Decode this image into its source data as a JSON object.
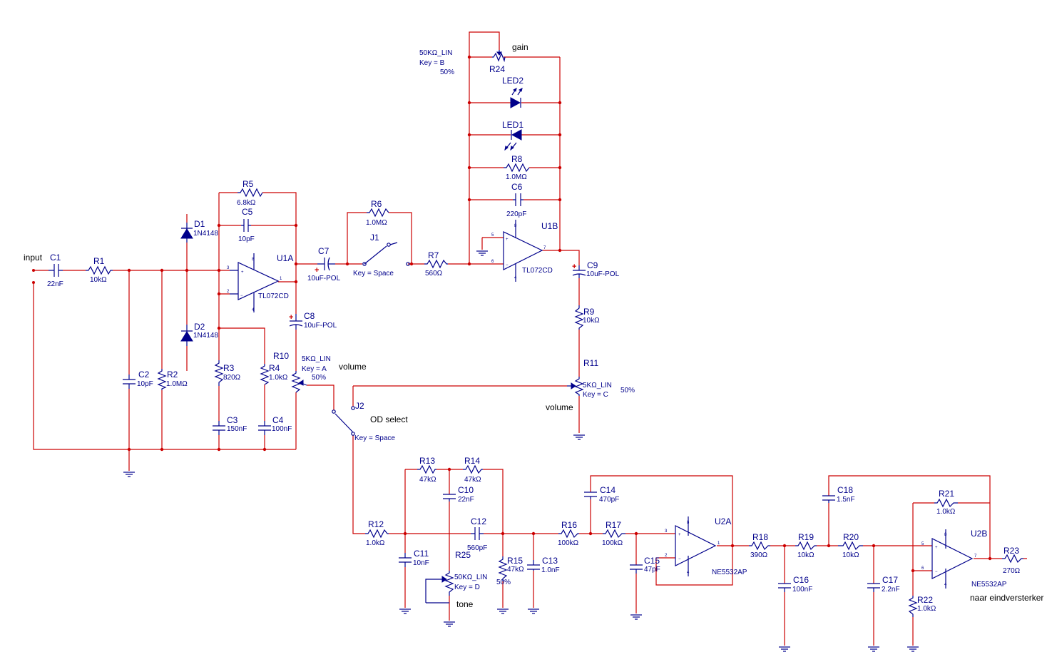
{
  "texts": {
    "input": "input",
    "volume1": "volume",
    "volume2": "volume",
    "gain": "gain",
    "od_select": "OD select",
    "tone": "tone",
    "naar": "naar eindversterker",
    "plus": "+"
  },
  "parts": {
    "C1": {
      "ref": "C1",
      "val": "22nF"
    },
    "R1": {
      "ref": "R1",
      "val": "10kΩ"
    },
    "C2": {
      "ref": "C2",
      "val": "10pF"
    },
    "R2": {
      "ref": "R2",
      "val": "1.0MΩ"
    },
    "D1": {
      "ref": "D1",
      "val": "1N4148"
    },
    "D2": {
      "ref": "D2",
      "val": "1N4148"
    },
    "R5": {
      "ref": "R5",
      "val": "6.8kΩ"
    },
    "C5": {
      "ref": "C5",
      "val": "10pF"
    },
    "U1A": {
      "ref": "U1A",
      "val": "TL072CD"
    },
    "R3": {
      "ref": "R3",
      "val": "820Ω"
    },
    "C3": {
      "ref": "C3",
      "val": "150nF"
    },
    "R4": {
      "ref": "R4",
      "val": "1.0kΩ"
    },
    "R10": {
      "ref": "R10"
    },
    "C4": {
      "ref": "C4",
      "val": "100nF"
    },
    "C7": {
      "ref": "C7",
      "val": "10uF-POL"
    },
    "C8": {
      "ref": "C8",
      "val": "10uF-POL"
    },
    "R6": {
      "ref": "R6",
      "val": "1.0MΩ"
    },
    "J1": {
      "ref": "J1",
      "val": "Key = Space"
    },
    "R7": {
      "ref": "R7",
      "val": "560Ω"
    },
    "R24": {
      "ref": "R24",
      "val": "50KΩ_LIN",
      "key": "Key = B",
      "pct": "50%"
    },
    "LED2": {
      "ref": "LED2"
    },
    "LED1": {
      "ref": "LED1"
    },
    "R8": {
      "ref": "R8",
      "val": "1.0MΩ"
    },
    "C6": {
      "ref": "C6",
      "val": "220pF"
    },
    "U1B": {
      "ref": "U1B",
      "val": "TL072CD"
    },
    "C9": {
      "ref": "C9",
      "val": "10uF-POL"
    },
    "R9": {
      "ref": "R9",
      "val": "10kΩ"
    },
    "R11": {
      "ref": "R11",
      "val": "5KΩ_LIN",
      "key": "Key = C",
      "pct": "50%"
    },
    "R10pot": {
      "val": "5KΩ_LIN",
      "key": "Key = A",
      "pct": "50%"
    },
    "J2": {
      "ref": "J2",
      "val": "Key = Space"
    },
    "R12": {
      "ref": "R12",
      "val": "1.0kΩ"
    },
    "R13": {
      "ref": "R13",
      "val": "47kΩ"
    },
    "R14": {
      "ref": "R14",
      "val": "47kΩ"
    },
    "C10": {
      "ref": "C10",
      "val": "22nF"
    },
    "C12": {
      "ref": "C12",
      "val": "560pF"
    },
    "C11": {
      "ref": "C11",
      "val": "10nF"
    },
    "R25": {
      "ref": "R25",
      "val": "50KΩ_LIN",
      "key": "Key = D"
    },
    "R15": {
      "ref": "R15",
      "val": "47kΩ",
      "pct": "50%"
    },
    "C13": {
      "ref": "C13",
      "val": "1.0nF"
    },
    "R16": {
      "ref": "R16",
      "val": "100kΩ"
    },
    "C14": {
      "ref": "C14",
      "val": "470pF"
    },
    "R17": {
      "ref": "R17",
      "val": "100kΩ"
    },
    "C15": {
      "ref": "C15",
      "val": "47pF"
    },
    "U2A": {
      "ref": "U2A",
      "val": "NE5532AP"
    },
    "R18": {
      "ref": "R18",
      "val": "390Ω"
    },
    "C16": {
      "ref": "C16",
      "val": "100nF"
    },
    "R19": {
      "ref": "R19",
      "val": "10kΩ"
    },
    "C18": {
      "ref": "C18",
      "val": "1.5nF"
    },
    "R20": {
      "ref": "R20",
      "val": "10kΩ"
    },
    "C17": {
      "ref": "C17",
      "val": "2.2nF"
    },
    "R21": {
      "ref": "R21",
      "val": "1.0kΩ"
    },
    "R22": {
      "ref": "R22",
      "val": "1.0kΩ"
    },
    "U2B": {
      "ref": "U2B",
      "val": "NE5532AP"
    },
    "R23": {
      "ref": "R23",
      "val": "270Ω"
    }
  },
  "colors": {
    "wire": "#cc0000",
    "component": "#00008b",
    "text": "#000000",
    "background": "#ffffff"
  }
}
